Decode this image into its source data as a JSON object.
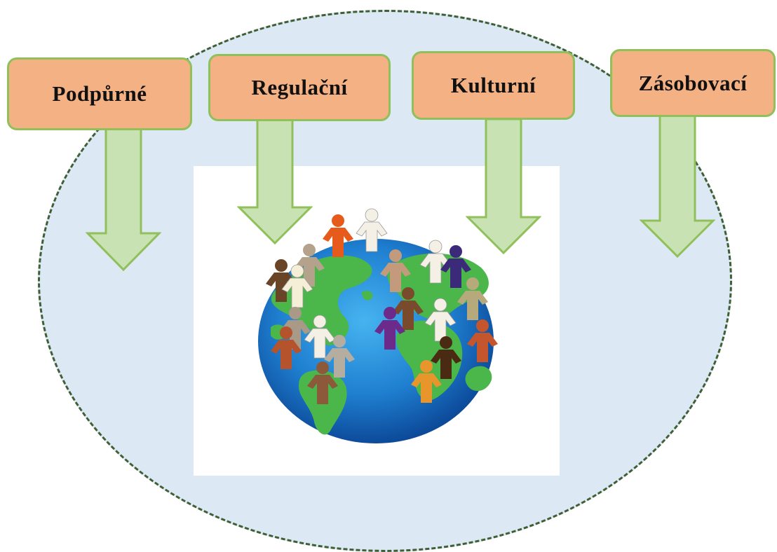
{
  "services": [
    {
      "label": "Podpůrné"
    },
    {
      "label": "Regulační"
    },
    {
      "label": "Kulturní"
    },
    {
      "label": "Zásobovací"
    }
  ],
  "colors": {
    "box_fill": "#f3b184",
    "box_border": "#8fc05a",
    "arrow_fill": "#c8e2b4",
    "arrow_stroke": "#8fc05a",
    "ellipse_fill": "#dde8f5",
    "ellipse_border": "#3f5f35",
    "ocean": "#1f7fd0",
    "land": "#4bb64a"
  },
  "illustration": {
    "icon": "globe-with-people-icon",
    "people_colors": [
      "#e65a1c",
      "#f5f0e6",
      "#b5a28c",
      "#6a4426",
      "#f5efd8",
      "#a89a86",
      "#c49a7c",
      "#3b2a7a",
      "#b6a97c",
      "#7a4a2c",
      "#6c2a8a",
      "#c4552c",
      "#d48a2c",
      "#4a2a12",
      "#8c5a3a"
    ]
  }
}
